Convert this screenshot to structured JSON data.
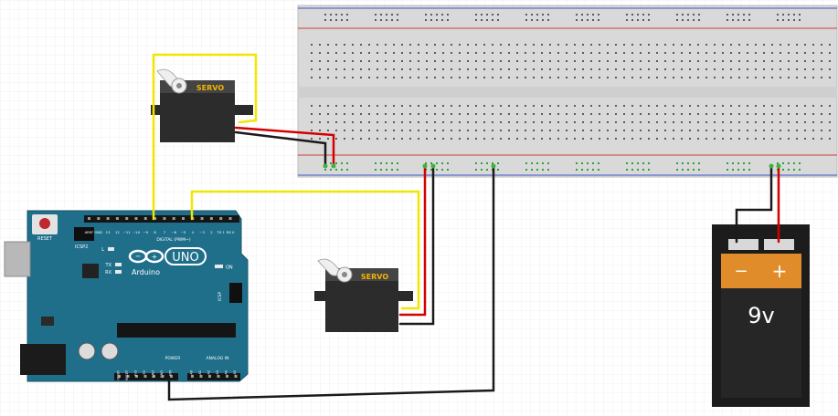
{
  "servo_top": {
    "label": "SERVO"
  },
  "servo_bottom": {
    "label": "SERVO"
  },
  "arduino": {
    "brand": "Arduino",
    "model": "UNO",
    "reset_label": "RESET",
    "icsp2_label": "ICSP2",
    "icsp_label": "ICSP",
    "on_label": "ON",
    "l_label": "L",
    "tx_label": "TX",
    "rx_label": "RX",
    "digital_label": "DIGITAL (PWM~)",
    "power_label": "POWER",
    "analog_label": "ANALOG IN",
    "top_pin_labels": [
      "AREF",
      "GND",
      "13",
      "12",
      "~11",
      "~10",
      "~9",
      "8",
      "7",
      "~6",
      "~5",
      "4",
      "~3",
      "2",
      "TX 1",
      "RX 0"
    ],
    "power_pin_labels": [
      "IOREF",
      "RESET",
      "3V3",
      "5V",
      "GND",
      "GND",
      "VIN"
    ],
    "analog_pin_labels": [
      "A0",
      "A1",
      "A2",
      "A3",
      "A4",
      "A5"
    ]
  },
  "battery": {
    "voltage": "9v",
    "minus": "−",
    "plus": "+"
  },
  "colors": {
    "wire_signal": "#f2e600",
    "wire_power": "#d40000",
    "wire_ground": "#1a1a1a",
    "board": "#1f6f8b",
    "servo_label": "#f0b400"
  }
}
